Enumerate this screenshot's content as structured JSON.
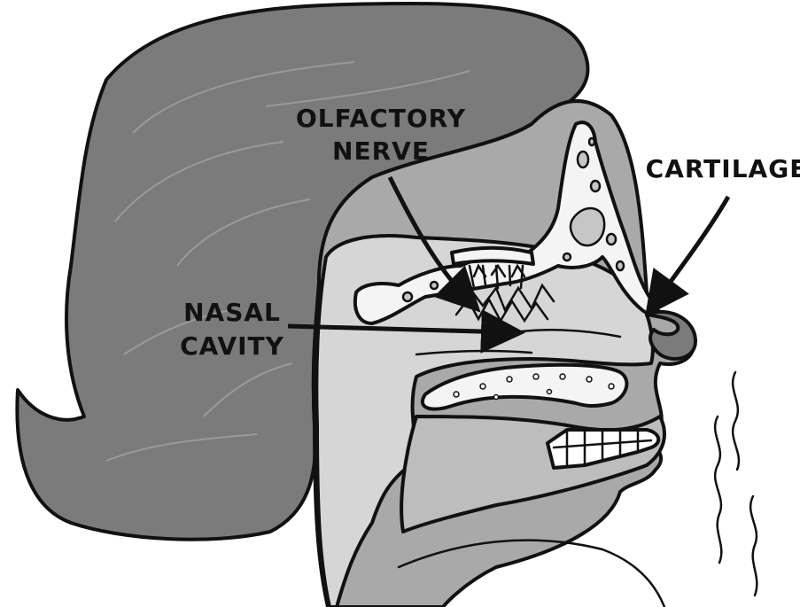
{
  "labels": {
    "olfactory_nerve_line1": "OLFACTORY",
    "olfactory_nerve_line2": "NERVE",
    "cartilage": "CARTILAGE",
    "nasal_cavity_line1": "NASAL",
    "nasal_cavity_line2": "CAVITY"
  },
  "colors": {
    "hair": "#7b7b7b",
    "skin": "#a9a9a9",
    "cavity": "#d6d6d6",
    "bone": "#f4f4f4",
    "ink": "#111111",
    "background": "#ffffff"
  }
}
